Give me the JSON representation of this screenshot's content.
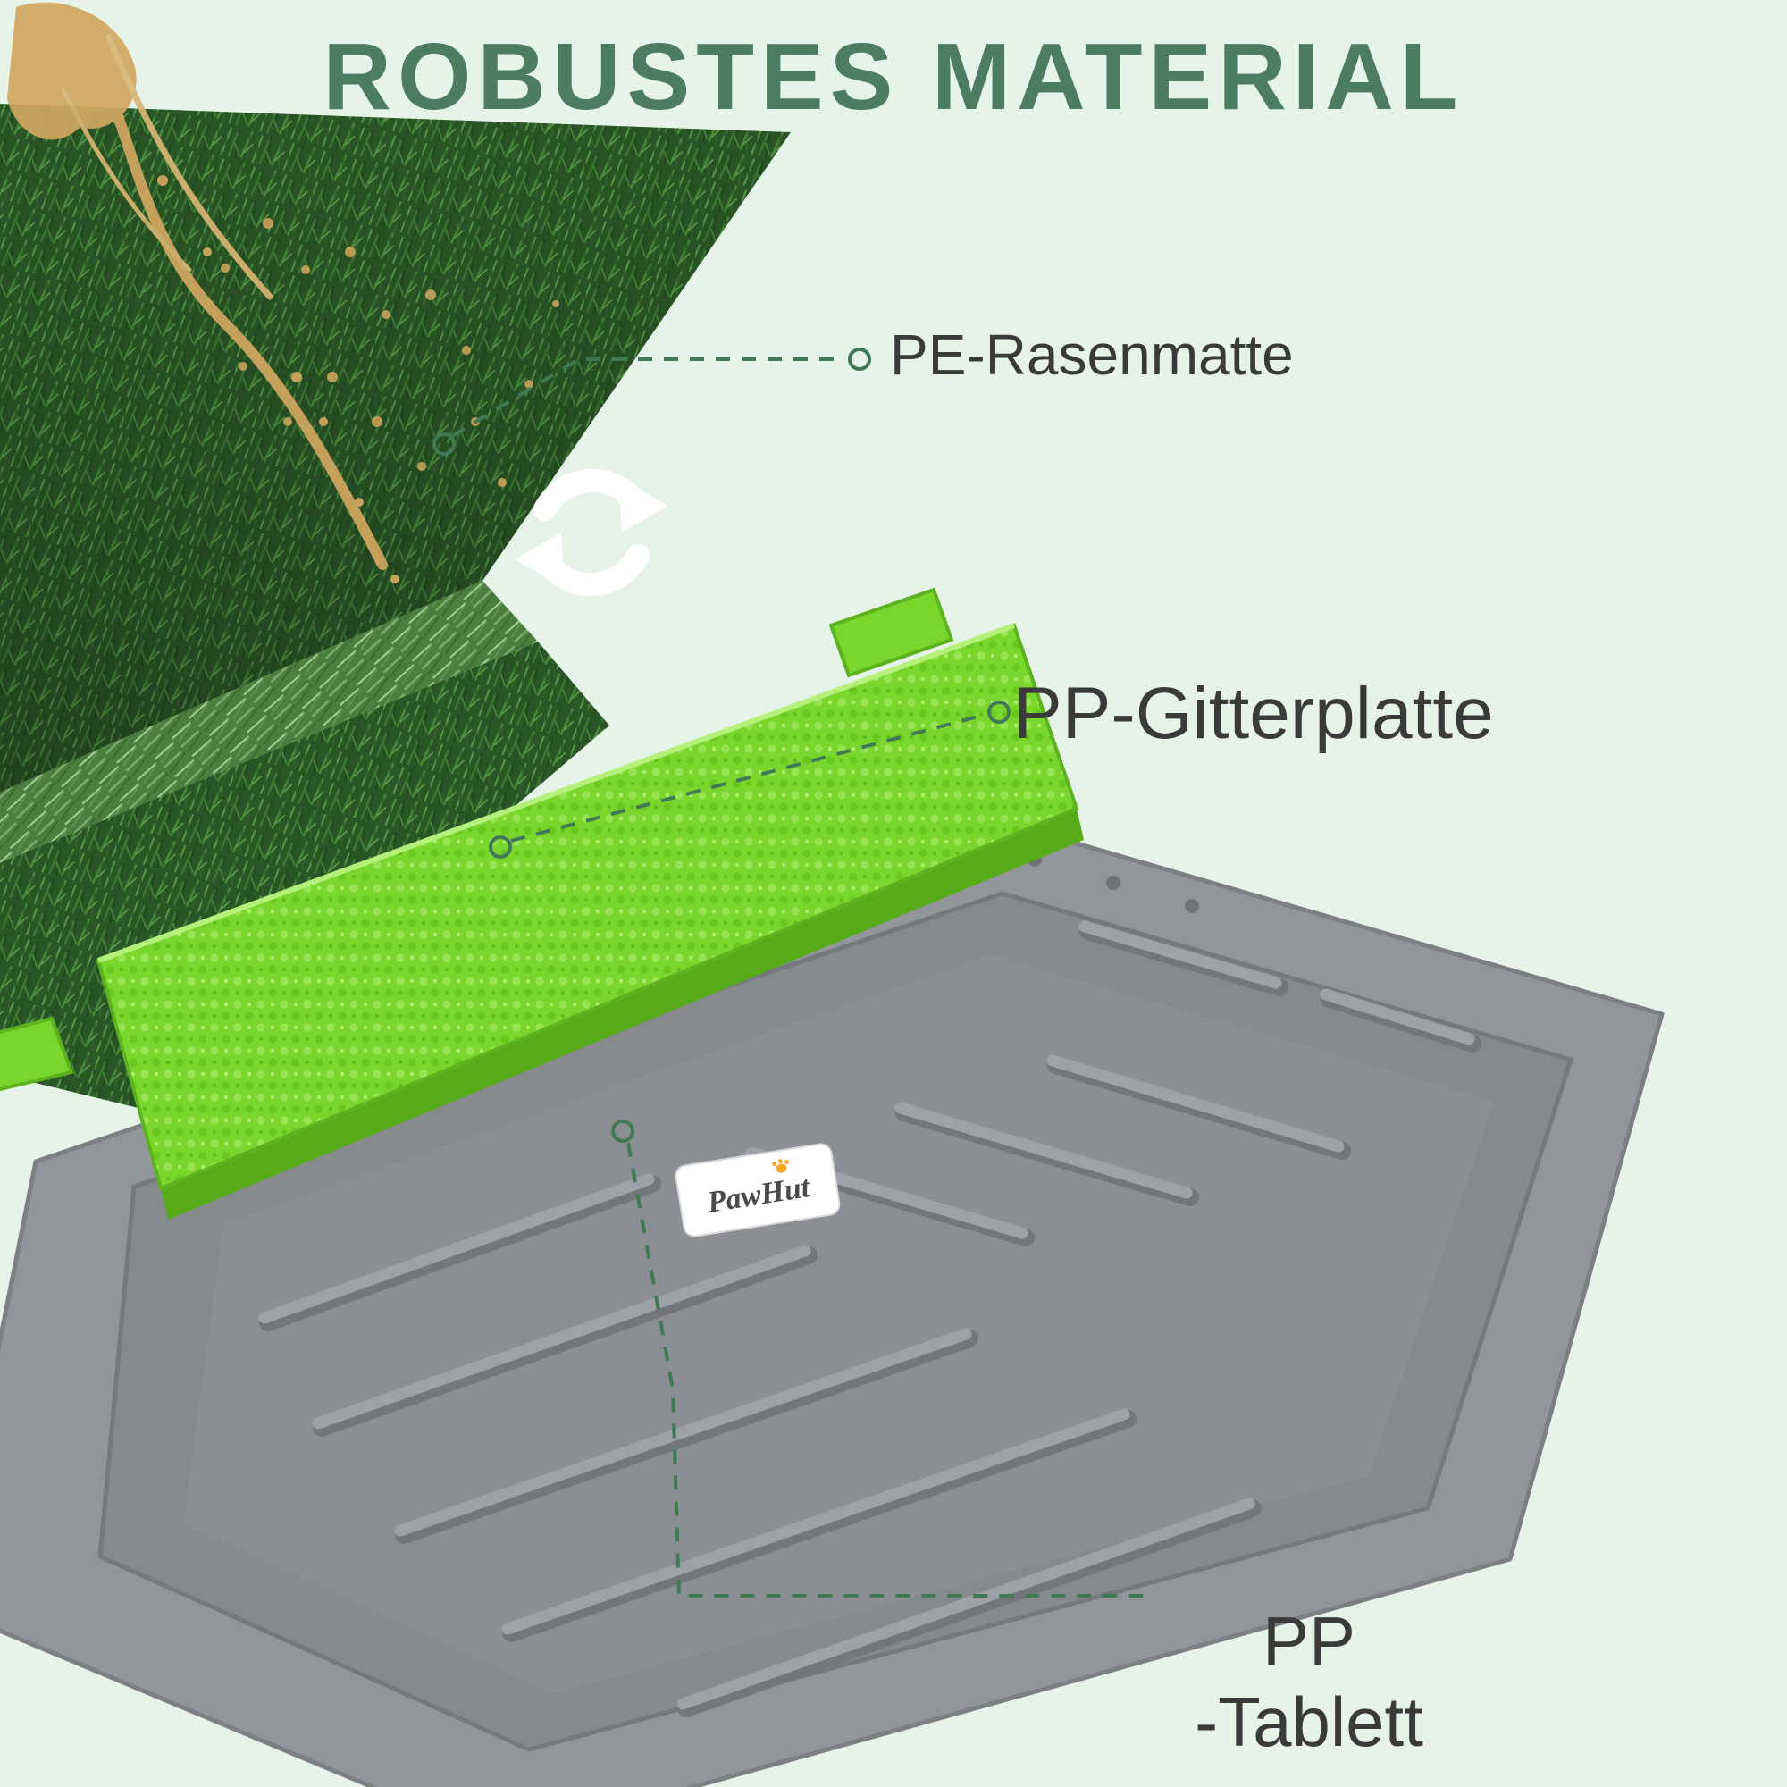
{
  "title": "ROBUSTES MATERIAL",
  "callouts": {
    "grass": {
      "label": "PE-Rasenmatte"
    },
    "grid": {
      "label": "PP-Gitterplatte"
    },
    "tray": {
      "label_line1": "PP",
      "label_line2": "-Tablett"
    }
  },
  "brand": "PawHut",
  "icons": {
    "swap": "recycle-arrows-icon",
    "markers": "callout-ring-icon"
  },
  "colors": {
    "background": "#e6f3e8",
    "title_green": "#4d7d60",
    "label_text": "#3a3a3a",
    "callout_green": "#3f7a55",
    "grass_dark": "#2a5526",
    "grid_plate_green": "#79d62c",
    "tray_gray": "#929599",
    "splash_tan": "#d2a75f",
    "brand_badge": "#ffffff",
    "brand_paw_orange": "#f5a623"
  }
}
